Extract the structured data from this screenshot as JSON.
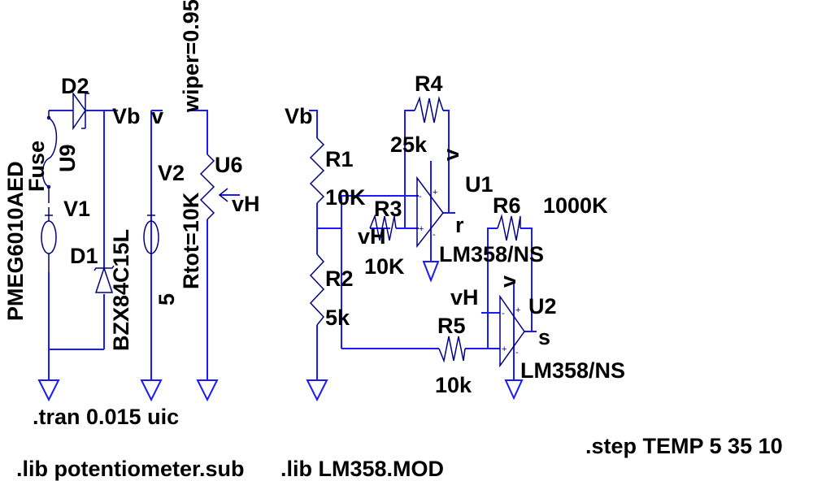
{
  "schematic": {
    "components": {
      "D2": {
        "name": "D2",
        "model": "PMEG6010AED"
      },
      "U9": {
        "name": "U9",
        "type": "Fuse"
      },
      "V1": {
        "name": "V1"
      },
      "V2": {
        "name": "V2",
        "value": "5"
      },
      "D1": {
        "name": "D1",
        "model": "BZX84C15L"
      },
      "U6": {
        "name": "U6",
        "rtot": "Rtot=10K",
        "wiper": "wiper=0.95"
      },
      "R1": {
        "name": "R1",
        "value": "10K"
      },
      "R2": {
        "name": "R2",
        "value": "5k"
      },
      "R3": {
        "name": "R3",
        "value": "10K"
      },
      "R4": {
        "name": "R4",
        "value": "25k"
      },
      "R5": {
        "name": "R5",
        "value": "10k"
      },
      "R6": {
        "name": "R6",
        "value": "1000K"
      },
      "U1": {
        "name": "U1",
        "model": "LM358/NS"
      },
      "U2": {
        "name": "U2",
        "model": "LM358/NS"
      }
    },
    "nets": {
      "vb": "Vb",
      "v": "v",
      "vh": "vH",
      "r": "r",
      "s": "s"
    },
    "directives": {
      "tran": ".tran 0.015 uic",
      "step": ".step TEMP 5 35 10",
      "lib_pot": ".lib potentiometer.sub",
      "lib_lm358": ".lib LM358.MOD"
    }
  },
  "colors": {
    "wire": "#1a1aff",
    "component": "#000080",
    "text": "#000000"
  }
}
